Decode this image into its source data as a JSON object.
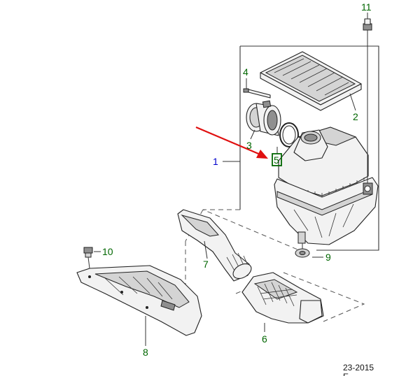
{
  "callouts": {
    "p1": "1",
    "p2": "2",
    "p3": "3",
    "p4": "4",
    "p5": "5",
    "p6": "6",
    "p7": "7",
    "p8": "8",
    "p9": "9",
    "p10": "10",
    "p11": "11"
  },
  "colors": {
    "callout_number": "#006600",
    "callout_assembly": "#0000cc",
    "highlight_box": "#006600",
    "arrow": "#e01010"
  },
  "footer": {
    "date_code": "23-2015",
    "ref_code": "E"
  }
}
